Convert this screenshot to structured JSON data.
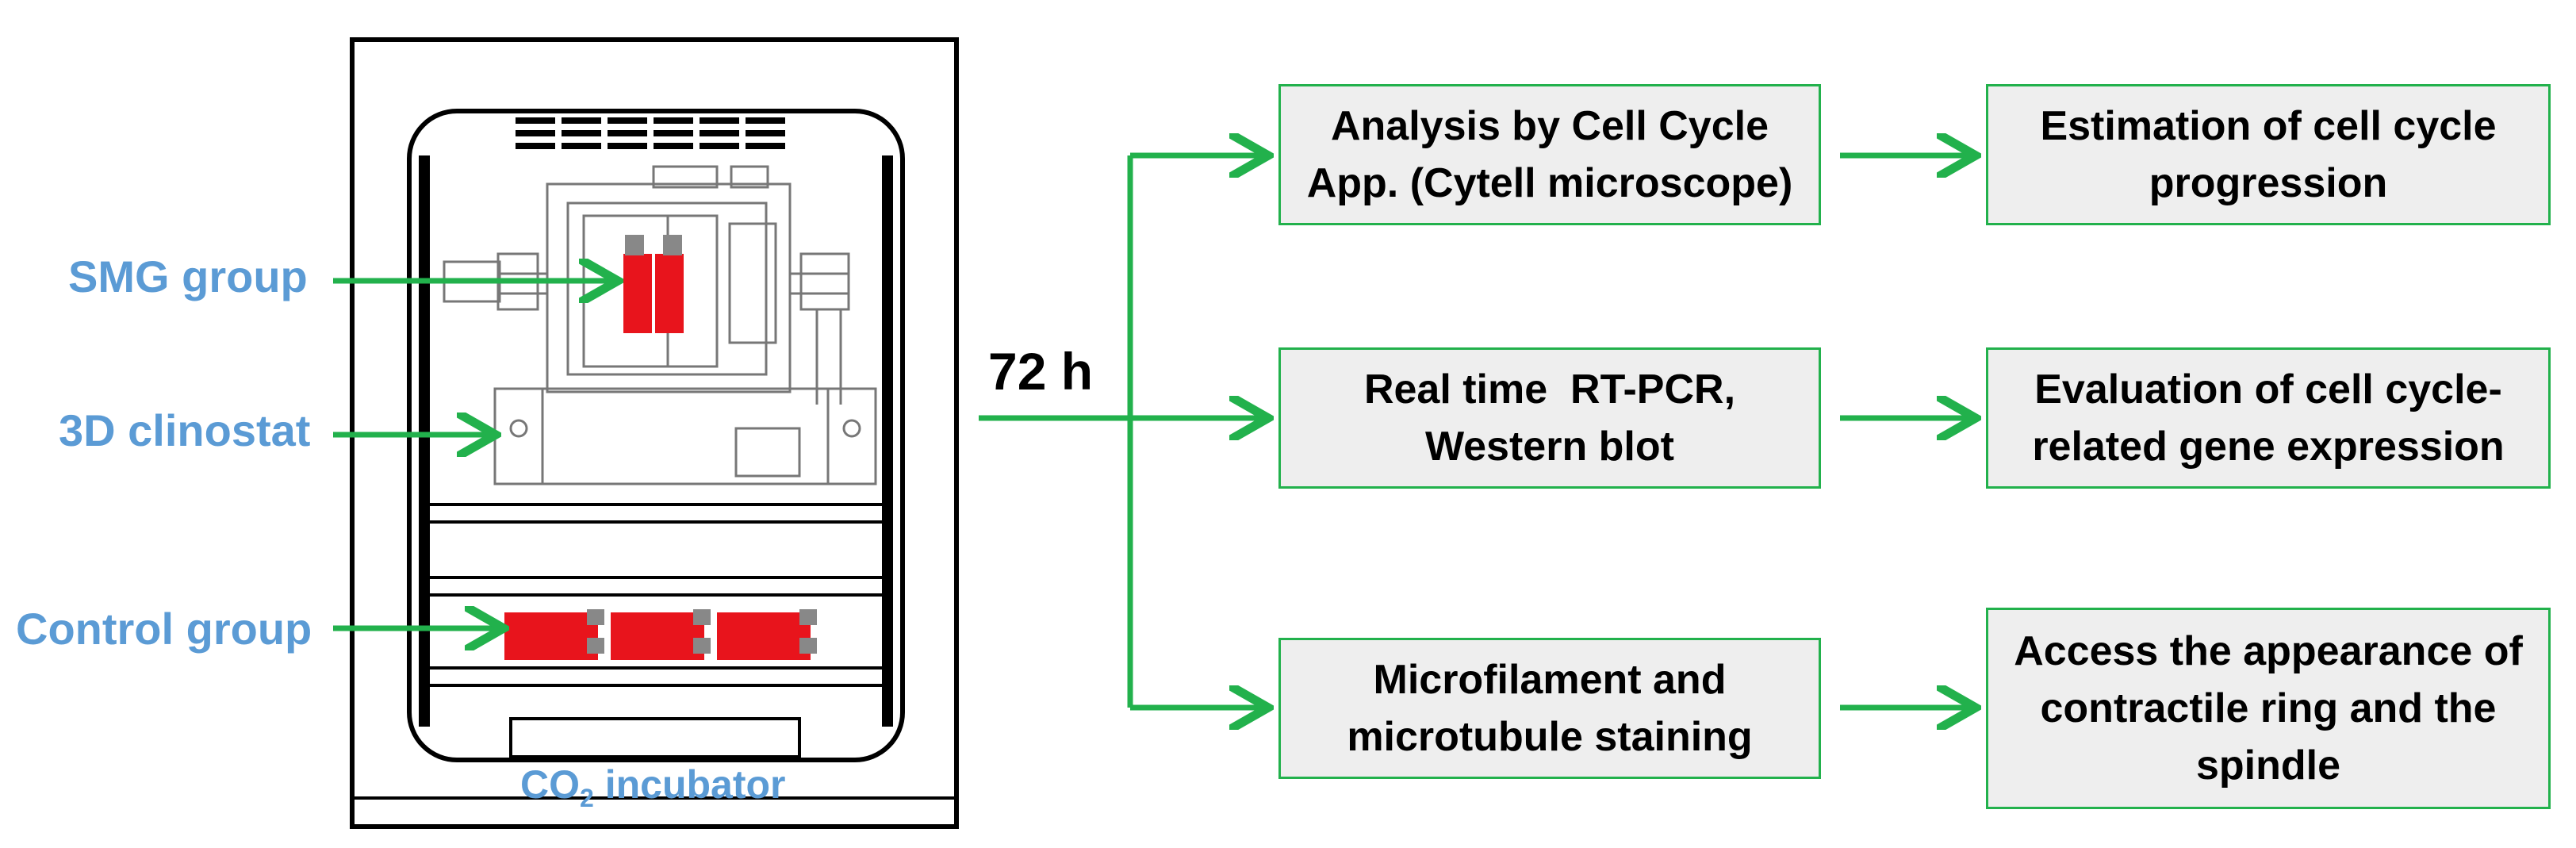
{
  "labels": {
    "smg": "SMG group",
    "clinostat": "3D clinostat",
    "control": "Control group",
    "incubator_prefix": "CO",
    "incubator_sub": "2",
    "incubator_suffix": "incubator",
    "time": "72 h"
  },
  "steps": [
    {
      "method_lines": [
        "Analysis by Cell Cycle",
        "App. (Cytell microscope)"
      ],
      "outcome_lines": [
        "Estimation of cell cycle",
        "progression"
      ]
    },
    {
      "method_lines": [
        "Real time  RT-PCR,",
        "Western blot"
      ],
      "outcome_lines": [
        "Evaluation of cell cycle-",
        "related gene expression"
      ]
    },
    {
      "method_lines": [
        "Microfilament and",
        "microtubule staining"
      ],
      "outcome_lines": [
        "Access the appearance of",
        "contractile ring and the",
        "spindle"
      ]
    }
  ],
  "colors": {
    "arrow": "#22b14c",
    "label": "#5b9bd5",
    "flask": "#e8141c",
    "box_fill": "#eeeeee"
  }
}
